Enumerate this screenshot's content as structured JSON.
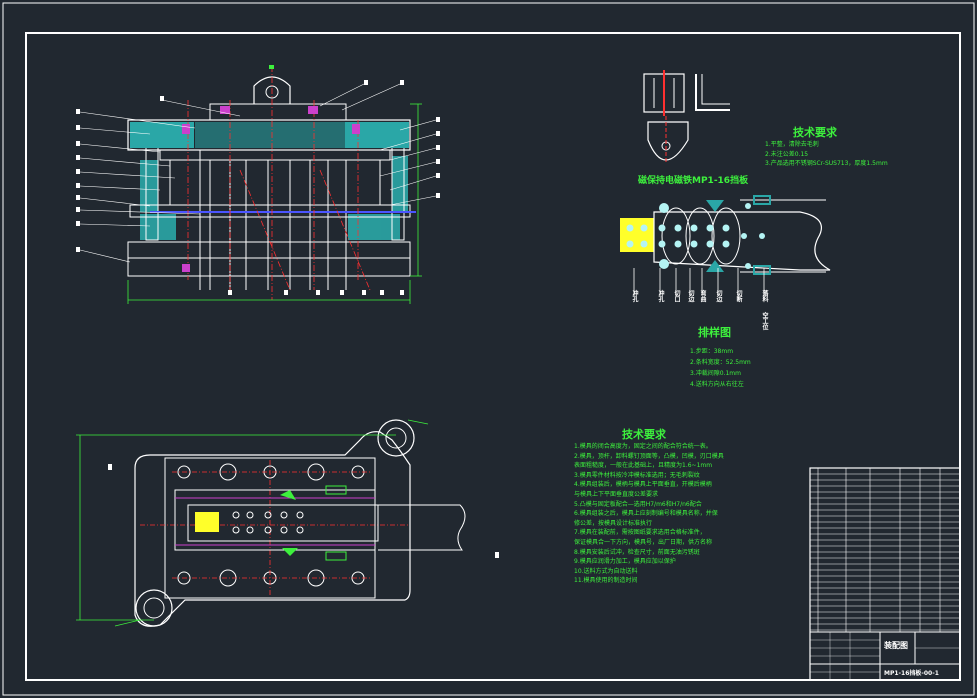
{
  "sheet": {
    "frame_color": "#ffffff",
    "background": "#212830",
    "accent_colors": {
      "outline": "#ffffff",
      "hatch": "#2aa7a7",
      "center": "#ff3030",
      "annot": "#3df03d",
      "strip": "#b4f4f4",
      "blank": "#ffff2a",
      "mark": "#cc40cc"
    }
  },
  "part_view": {
    "title": "磁保持电磁铁MP1-16挡板"
  },
  "tech_req_top": {
    "title": "技术要求",
    "lines": [
      "1.平整，清除去毛刺",
      "2.未注公差0.15",
      "3.产品选用不锈钢SCr-SUS713，厚度1.5mm"
    ]
  },
  "strip_layout": {
    "title": "排样图",
    "lines": [
      "1.步距：38mm",
      "2.条料宽度：52.5mm",
      "3.冲裁间隙0.1mm",
      "4.送料方向从右往左"
    ],
    "station_labels": [
      "冲孔",
      "冲孔",
      "切口",
      "切边",
      "弯曲",
      "切边",
      "切断",
      "落料"
    ],
    "extra_label": "空工位"
  },
  "tech_req_main": {
    "title": "技术要求",
    "lines": [
      "1.模具的闭合高度为，固定之间的配合符合统一表。",
      "2.模具，顶杆，卸料螺钉顶面等，凸模，凹模，刃口模具",
      "  表面粗糙度，一般在此基础上，且精度为1.6~1mm",
      "3.模具零件材料按冷冲模标准选用；无毛刺裂纹",
      "4.模具组装后，模柄与模具上平面垂直，开模后模柄",
      "  与模具上下平面垂直度公差要求",
      "5.凸模与固定板配合—选用H7/m6和H7/n6配合",
      "6.模具组装之后，模具上应刻制编号和模具名称，并保",
      "  修公差，按模具设计标准执行",
      "7.模具在装配前，需按图纸要求选用合格标准件，",
      "  保证模具合一下方向，模具号，出厂日期，供方名称",
      "8.模具安装后试冲，检查尺寸，前面无油污锈斑",
      "9.模具应润滑力加工，模具应加以保护",
      "10.送料方式为自动送料",
      "11.模具使用的制造时间"
    ]
  },
  "title_block": {
    "drawing_name": "装配图",
    "drawing_number": "MP1-16挡板-00-1"
  }
}
